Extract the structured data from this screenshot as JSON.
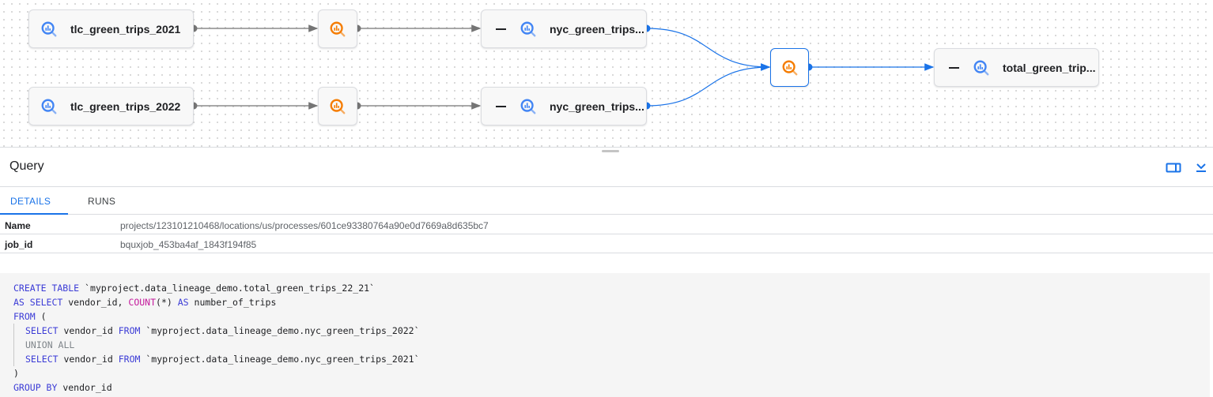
{
  "graph": {
    "sources": [
      {
        "label": "tlc_green_trips_2021"
      },
      {
        "label": "tlc_green_trips_2022"
      }
    ],
    "intermediates": [
      {
        "label": "nyc_green_trips..."
      },
      {
        "label": "nyc_green_trips..."
      }
    ],
    "target": {
      "label": "total_green_trip..."
    },
    "colors": {
      "table_icon": "#4285f4",
      "process_icon": "#f57c00",
      "selected_edge": "#1a73e8",
      "edge": "#757575"
    }
  },
  "panel": {
    "title": "Query",
    "tabs": [
      {
        "label": "DETAILS",
        "active": true
      },
      {
        "label": "RUNS",
        "active": false
      }
    ],
    "details": [
      {
        "key": "Name",
        "value": "projects/123101210468/locations/us/processes/601ce93380764a90e0d7669a8d635bc7"
      },
      {
        "key": "job_id",
        "value": "bquxjob_453ba4af_1843f194f85"
      }
    ],
    "code": {
      "l1_kw": "CREATE TABLE",
      "l1_rest": " `myproject.data_lineage_demo.total_green_trips_22_21`",
      "l2_kw": "AS SELECT",
      "l2_a": " vendor_id, ",
      "l2_fn": "COUNT",
      "l2_b": "(*) ",
      "l2_kw2": "AS",
      "l2_c": " number_of_trips",
      "l3_kw": "FROM",
      "l3_rest": " (",
      "l4_kw": "SELECT",
      "l4_a": " vendor_id ",
      "l4_kw2": "FROM",
      "l4_b": " `myproject.data_lineage_demo.nyc_green_trips_2022`",
      "l5": "UNION ALL",
      "l6_kw": "SELECT",
      "l6_a": " vendor_id ",
      "l6_kw2": "FROM",
      "l6_b": " `myproject.data_lineage_demo.nyc_green_trips_2021`",
      "l7": ")",
      "l8_kw": "GROUP BY",
      "l8_rest": " vendor_id"
    }
  }
}
